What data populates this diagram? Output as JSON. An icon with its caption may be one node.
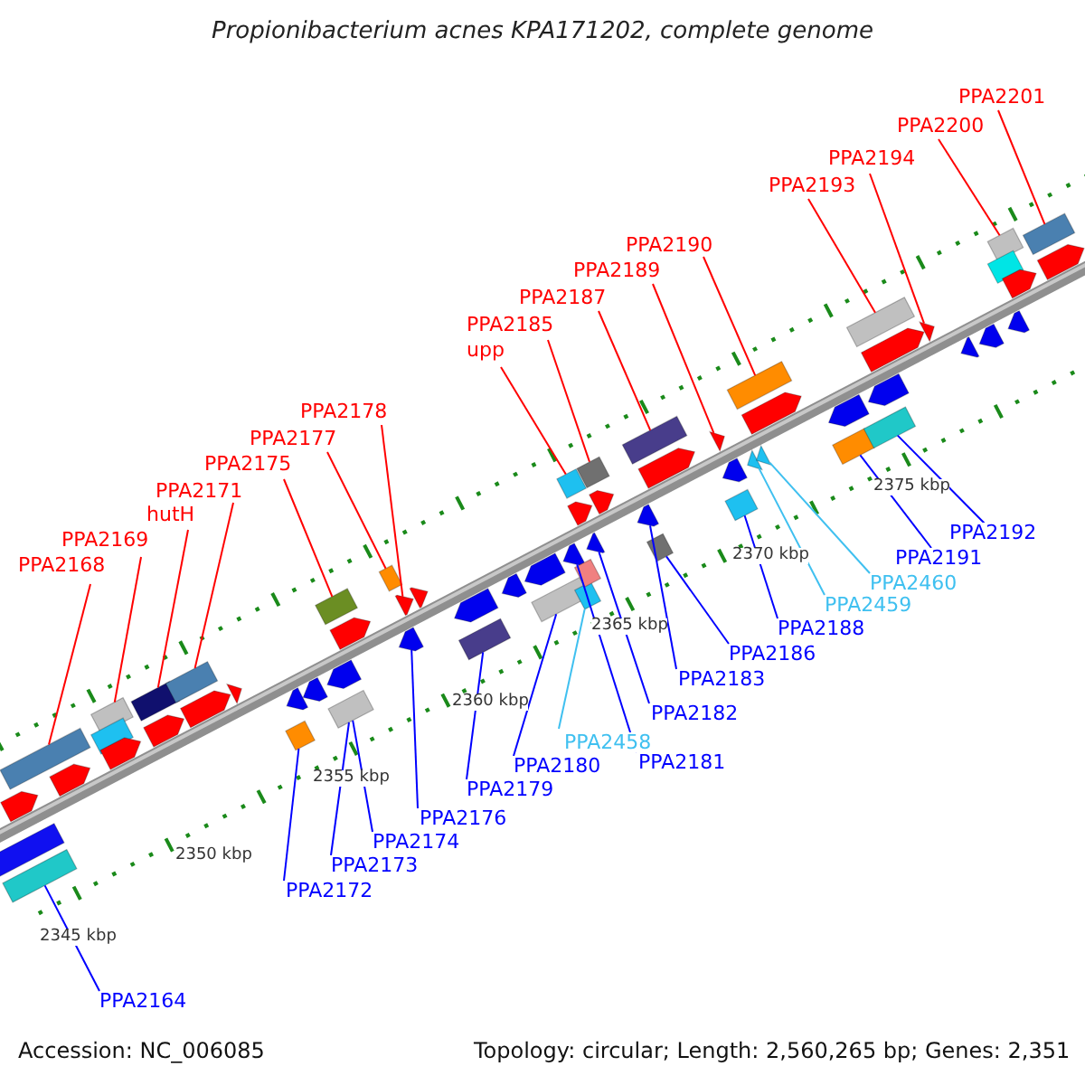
{
  "diagram": {
    "title": "Propionibacterium acnes KPA171202, complete genome",
    "nodes": [
      {
        "text": [
          "PPA2168"
        ]
      },
      {
        "text": [
          "PPA2169"
        ]
      },
      {
        "text": [
          "hutH"
        ]
      },
      {
        "text": [
          "PPA2171"
        ]
      },
      {
        "text": [
          "PPA2175"
        ]
      },
      {
        "text": [
          "PPA2177"
        ]
      },
      {
        "text": [
          "PPA2178"
        ]
      },
      {
        "text": [
          "upp"
        ]
      },
      {
        "text": [
          "PPA2185"
        ]
      },
      {
        "text": [
          "PPA2187"
        ]
      },
      {
        "text": [
          "PPA2189"
        ]
      },
      {
        "text": [
          "PPA2190"
        ]
      },
      {
        "text": [
          "PPA2193"
        ]
      },
      {
        "text": [
          "PPA2194"
        ]
      },
      {
        "text": [
          "PPA2200"
        ]
      },
      {
        "text": [
          "PPA2201"
        ]
      },
      {
        "text": [
          "PPA2164"
        ]
      },
      {
        "text": [
          "PPA2172"
        ]
      },
      {
        "text": [
          "PPA2173"
        ]
      },
      {
        "text": [
          "PPA2174"
        ]
      },
      {
        "text": [
          "PPA2176"
        ]
      },
      {
        "text": [
          "PPA2179"
        ]
      },
      {
        "text": [
          "PPA2180"
        ]
      },
      {
        "text": [
          "PPA2458"
        ]
      },
      {
        "text": [
          "PPA2181"
        ]
      },
      {
        "text": [
          "PPA2182"
        ]
      },
      {
        "text": [
          "PPA2183"
        ]
      },
      {
        "text": [
          "PPA2186"
        ]
      },
      {
        "text": [
          "PPA2188"
        ]
      },
      {
        "text": [
          "PPA2459"
        ]
      },
      {
        "text": [
          "PPA2460"
        ]
      },
      {
        "text": [
          "PPA2191"
        ]
      },
      {
        "text": [
          "PPA2192"
        ]
      },
      {
        "text": [],
        "shape": "box"
      },
      {
        "text": [],
        "shape": "box"
      },
      {
        "text": [],
        "shape": "box"
      },
      {
        "text": [],
        "shape": "box"
      },
      {
        "text": [],
        "shape": "box"
      },
      {
        "text": [],
        "shape": "box"
      },
      {
        "text": [],
        "shape": "box"
      },
      {
        "text": [],
        "shape": "box"
      },
      {
        "text": [],
        "shape": "box"
      },
      {
        "text": [],
        "shape": "arrow"
      },
      {
        "text": [],
        "shape": "arrow"
      },
      {
        "text": [],
        "shape": "box"
      },
      {
        "text": [],
        "shape": "box"
      },
      {
        "text": [],
        "shape": "box"
      },
      {
        "text": [],
        "shape": "arrow"
      },
      {
        "text": [],
        "shape": "box"
      },
      {
        "text": [],
        "shape": "box"
      },
      {
        "text": [],
        "shape": "arrow"
      },
      {
        "text": [],
        "shape": "arrow"
      },
      {
        "text": [],
        "shape": "box"
      },
      {
        "text": [],
        "shape": "box"
      },
      {
        "text": [],
        "shape": "arrow"
      },
      {
        "text": [],
        "shape": "box"
      },
      {
        "text": [],
        "shape": "arrow"
      },
      {
        "text": [],
        "shape": "box"
      },
      {
        "text": [],
        "shape": "arrow"
      },
      {
        "text": [],
        "shape": "box"
      },
      {
        "text": [],
        "shape": "box"
      },
      {
        "text": [],
        "shape": "box"
      },
      {
        "text": [],
        "shape": "arrow"
      },
      {
        "text": [],
        "shape": "box"
      },
      {
        "text": [],
        "shape": "box"
      },
      {
        "text": [],
        "shape": "box"
      },
      {
        "text": [],
        "shape": "box"
      },
      {
        "text": [],
        "shape": "arrow"
      },
      {
        "text": [],
        "shape": "arrow"
      },
      {
        "text": [],
        "shape": "arrow"
      },
      {
        "text": [],
        "shape": "arrow"
      },
      {
        "text": [],
        "shape": "arrow"
      },
      {
        "text": [],
        "shape": "arrow"
      },
      {
        "text": [],
        "shape": "arrow"
      },
      {
        "text": [],
        "shape": "arrow"
      },
      {
        "text": [],
        "shape": "arrow"
      },
      {
        "text": [],
        "shape": "arrow"
      },
      {
        "text": [],
        "shape": "arrow"
      },
      {
        "text": [],
        "shape": "arrow"
      },
      {
        "text": [],
        "shape": "arrow"
      },
      {
        "text": [],
        "shape": "arrow"
      },
      {
        "text": [],
        "shape": "arrow"
      },
      {
        "text": [],
        "shape": "arrow"
      },
      {
        "text": [],
        "shape": "arrow"
      },
      {
        "text": [],
        "shape": "arrow"
      },
      {
        "text": [],
        "shape": "arrow"
      },
      {
        "text": [],
        "shape": "arrow"
      },
      {
        "text": [],
        "shape": "arrow"
      },
      {
        "text": [],
        "shape": "arrow"
      },
      {
        "text": [],
        "shape": "arrow"
      },
      {
        "text": [],
        "shape": "arrow"
      },
      {
        "text": [],
        "shape": "arrow"
      },
      {
        "text": [],
        "shape": "arrow"
      },
      {
        "text": [],
        "shape": "arrow"
      },
      {
        "text": [],
        "shape": "box"
      },
      {
        "text": [],
        "shape": "box"
      }
    ],
    "edges": [
      {
        "from": 0,
        "to": 34,
        "arrow": "none"
      },
      {
        "from": 1,
        "to": 35,
        "arrow": "none"
      },
      {
        "from": 2,
        "to": 36,
        "arrow": "none"
      },
      {
        "from": 3,
        "to": 37,
        "arrow": "none"
      },
      {
        "from": 4,
        "to": 39,
        "arrow": "none"
      },
      {
        "from": 5,
        "to": 41,
        "arrow": "none"
      },
      {
        "from": 6,
        "to": 42,
        "arrow": "none"
      },
      {
        "from": 7,
        "to": 46,
        "arrow": "none"
      },
      {
        "from": 8,
        "to": 49,
        "arrow": "none"
      },
      {
        "from": 9,
        "to": 52,
        "arrow": "none"
      },
      {
        "from": 10,
        "to": 54,
        "arrow": "none"
      },
      {
        "from": 11,
        "to": 57,
        "arrow": "none"
      },
      {
        "from": 12,
        "to": 60,
        "arrow": "none"
      },
      {
        "from": 13,
        "to": 62,
        "arrow": "none"
      },
      {
        "from": 14,
        "to": 63,
        "arrow": "none"
      },
      {
        "from": 15,
        "to": 64,
        "arrow": "none"
      },
      {
        "from": 16,
        "to": 33,
        "arrow": "none",
        "color": "#0000ff"
      },
      {
        "from": 17,
        "to": 38,
        "arrow": "none",
        "color": "#0000ff"
      },
      {
        "from": 18,
        "to": 40,
        "arrow": "none",
        "color": "#0000ff"
      },
      {
        "from": 19,
        "to": 40,
        "arrow": "none",
        "color": "#0000ff"
      },
      {
        "from": 20,
        "to": 43,
        "arrow": "none",
        "color": "#0000ff"
      },
      {
        "from": 21,
        "to": 44,
        "arrow": "none",
        "color": "#0000ff"
      },
      {
        "from": 22,
        "to": 45,
        "arrow": "none",
        "color": "#0000ff"
      },
      {
        "from": 23,
        "to": 48,
        "arrow": "none",
        "color": "#3fc0f0"
      },
      {
        "from": 24,
        "to": 47,
        "arrow": "none",
        "color": "#0000ff"
      },
      {
        "from": 25,
        "to": 50,
        "arrow": "none",
        "color": "#0000ff"
      },
      {
        "from": 26,
        "to": 51,
        "arrow": "none",
        "color": "#0000ff"
      },
      {
        "from": 27,
        "to": 53,
        "arrow": "none",
        "color": "#0000ff"
      },
      {
        "from": 28,
        "to": 55,
        "arrow": "none",
        "color": "#0000ff"
      },
      {
        "from": 29,
        "to": 56,
        "arrow": "none",
        "color": "#3fc0f0"
      },
      {
        "from": 30,
        "to": 58,
        "arrow": "none",
        "color": "#3fc0f0"
      },
      {
        "from": 31,
        "to": 59,
        "arrow": "none",
        "color": "#0000ff"
      },
      {
        "from": 32,
        "to": 61,
        "arrow": "none",
        "color": "#0000ff"
      }
    ],
    "labels": [
      "2375 kbp",
      "2370 kbp",
      "2365 kbp",
      "2360 kbp",
      "2355 kbp",
      "2350 kbp",
      "2345 kbp",
      "Accession: NC_006085",
      "Topology: circular; Length: 2,560,265 bp; Genes: 2,351"
    ]
  }
}
